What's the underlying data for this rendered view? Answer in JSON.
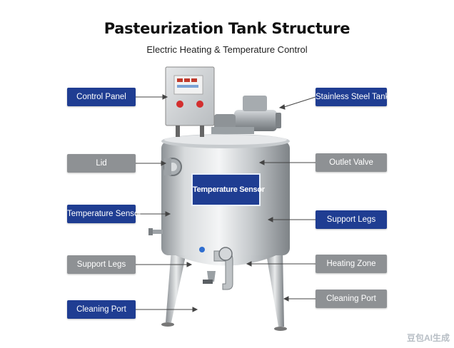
{
  "title": "Pasteurization Tank Structure",
  "subtitle": "Electric Heating & Temperature Control",
  "labels": {
    "control_panel": "Control Panel",
    "lid": "Lid",
    "temperature_sensor": "Temperature Sensor",
    "support_legs_left": "Support Legs",
    "cleaning_port_left": "Cleaning Port",
    "stainless_steel_tank": "Stainless Steel Tank",
    "outlet_valve": "Outlet Valve",
    "support_legs_right": "Support Legs",
    "heating_zone": "Heating Zone",
    "cleaning_port_right": "Cleaning Port"
  },
  "tank_plate": "Temperature Sensor",
  "watermark": "豆包AI生成",
  "colors": {
    "blue": "#1f3d92",
    "gray": "#8e9194"
  }
}
